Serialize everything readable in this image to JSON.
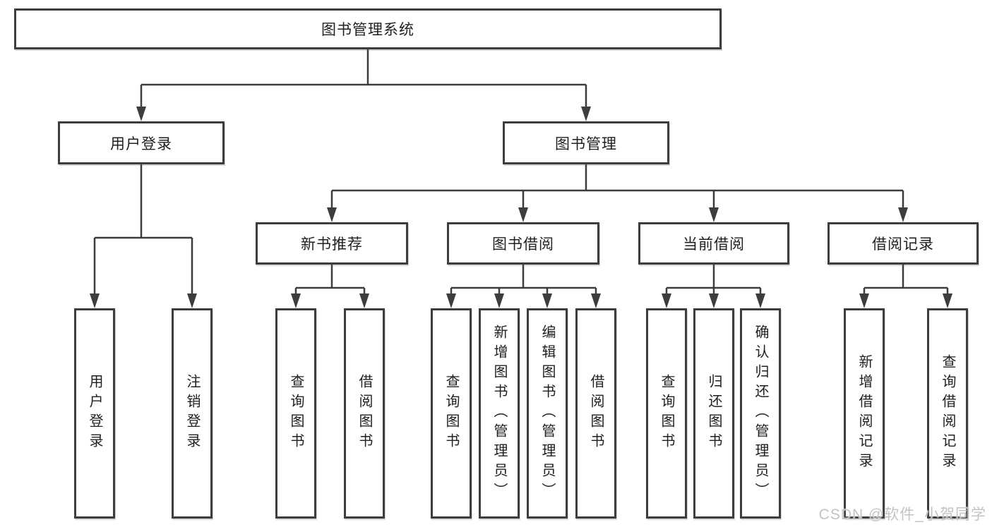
{
  "diagram": {
    "root_label": "图书管理系统",
    "level2": [
      {
        "label": "用户登录"
      },
      {
        "label": "图书管理"
      }
    ],
    "level3": [
      {
        "label": "新书推荐",
        "parent": "图书管理"
      },
      {
        "label": "图书借阅",
        "parent": "图书管理"
      },
      {
        "label": "当前借阅",
        "parent": "图书管理"
      },
      {
        "label": "借阅记录",
        "parent": "图书管理"
      }
    ],
    "leaves": [
      {
        "label": "用户登录",
        "parent": "用户登录"
      },
      {
        "label": "注销登录",
        "parent": "用户登录"
      },
      {
        "label": "查询图书",
        "parent": "新书推荐"
      },
      {
        "label": "借阅图书",
        "parent": "新书推荐"
      },
      {
        "label": "查询图书",
        "parent": "图书借阅"
      },
      {
        "label": "新增图书（管理员）",
        "parent": "图书借阅"
      },
      {
        "label": "编辑图书（管理员）",
        "parent": "图书借阅"
      },
      {
        "label": "借阅图书",
        "parent": "图书借阅"
      },
      {
        "label": "查询图书",
        "parent": "当前借阅"
      },
      {
        "label": "归还图书",
        "parent": "当前借阅"
      },
      {
        "label": "确认归还（管理员）",
        "parent": "当前借阅"
      },
      {
        "label": "新增借阅记录",
        "parent": "借阅记录"
      },
      {
        "label": "查询借阅记录",
        "parent": "借阅记录"
      }
    ]
  },
  "watermark": {
    "text": "CSDN @软件_小贺同学"
  },
  "colors": {
    "line": "#3d3d3d",
    "box_border": "#3d3d3d",
    "text": "#1f1f1f",
    "watermark": "#c3c3c3",
    "background": "#ffffff"
  }
}
